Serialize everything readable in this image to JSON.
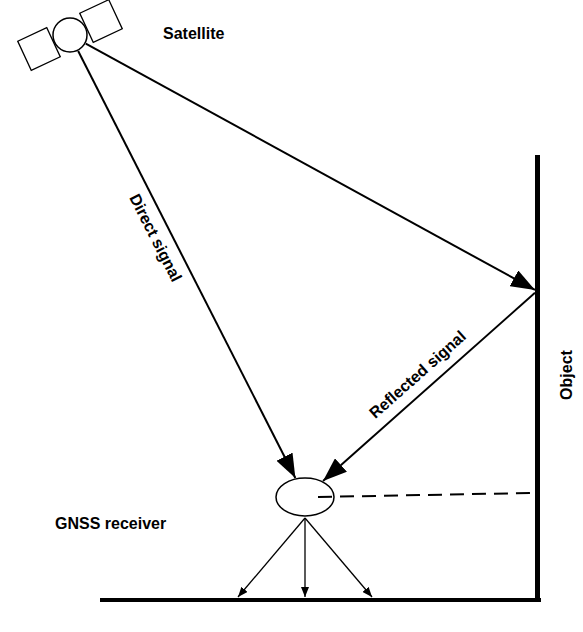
{
  "diagram": {
    "nodes": [
      {
        "text": [
          "Satellite"
        ]
      },
      {
        "text": [
          "GNSS receiver"
        ]
      },
      {
        "text": [
          "Object"
        ]
      }
    ],
    "edges": [
      {
        "from": 0,
        "to": 1,
        "arrow": "to",
        "label": "Direct signal"
      },
      {
        "from": 0,
        "to": 2,
        "arrow": "to"
      },
      {
        "from": 2,
        "to": 1,
        "arrow": "to",
        "label": "Reflected signal"
      }
    ]
  }
}
